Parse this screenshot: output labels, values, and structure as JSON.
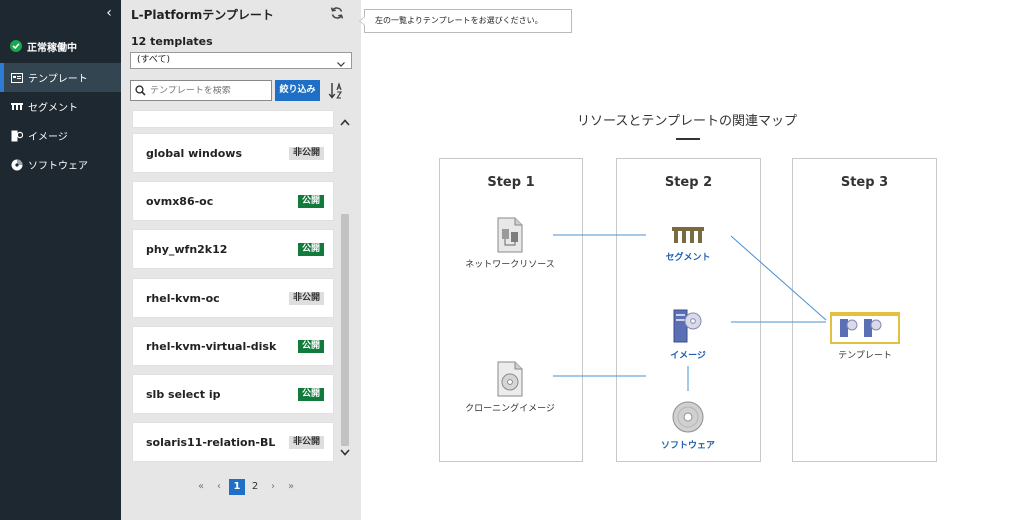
{
  "sidebar": {
    "status": "正常稼働中",
    "items": [
      {
        "label": "テンプレート",
        "icon": "template-icon",
        "active": true
      },
      {
        "label": "セグメント",
        "icon": "segment-icon",
        "active": false
      },
      {
        "label": "イメージ",
        "icon": "image-icon",
        "active": false
      },
      {
        "label": "ソフトウェア",
        "icon": "software-icon",
        "active": false
      }
    ]
  },
  "panel": {
    "title": "L-Platformテンプレート",
    "count": "12 templates",
    "filter_value": "(すべて)",
    "search_placeholder": "テンプレートを検索",
    "narrow_label": "絞り込み",
    "templates": [
      {
        "name": "global windows",
        "badge": "非公開",
        "public": false
      },
      {
        "name": "ovmx86-oc",
        "badge": "公開",
        "public": true
      },
      {
        "name": "phy_wfn2k12",
        "badge": "公開",
        "public": true
      },
      {
        "name": "rhel-kvm-oc",
        "badge": "非公開",
        "public": false
      },
      {
        "name": "rhel-kvm-virtual-disk",
        "badge": "公開",
        "public": true
      },
      {
        "name": "slb select ip",
        "badge": "公開",
        "public": true
      },
      {
        "name": "solaris11-relation-BL",
        "badge": "非公開",
        "public": false
      }
    ],
    "pager": {
      "first": "«",
      "prev": "‹",
      "pages": [
        "1",
        "2"
      ],
      "current": "1",
      "next": "›",
      "last": "»"
    }
  },
  "tooltip": "左の一覧よりテンプレートをお選びください。",
  "map": {
    "title": "リソースとテンプレートの関連マップ",
    "steps": [
      "Step 1",
      "Step 2",
      "Step 3"
    ],
    "nodes": {
      "network": "ネットワークリソース",
      "cloning": "クローニングイメージ",
      "segment": "セグメント",
      "image": "イメージ",
      "software": "ソフトウェア",
      "template": "テンプレート"
    }
  },
  "colors": {
    "sidebar_bg": "#1e2830",
    "accent": "#1f6fc6",
    "public_badge": "#127a3c",
    "status_ok": "#1aa64a",
    "link": "#1f5fb0"
  }
}
